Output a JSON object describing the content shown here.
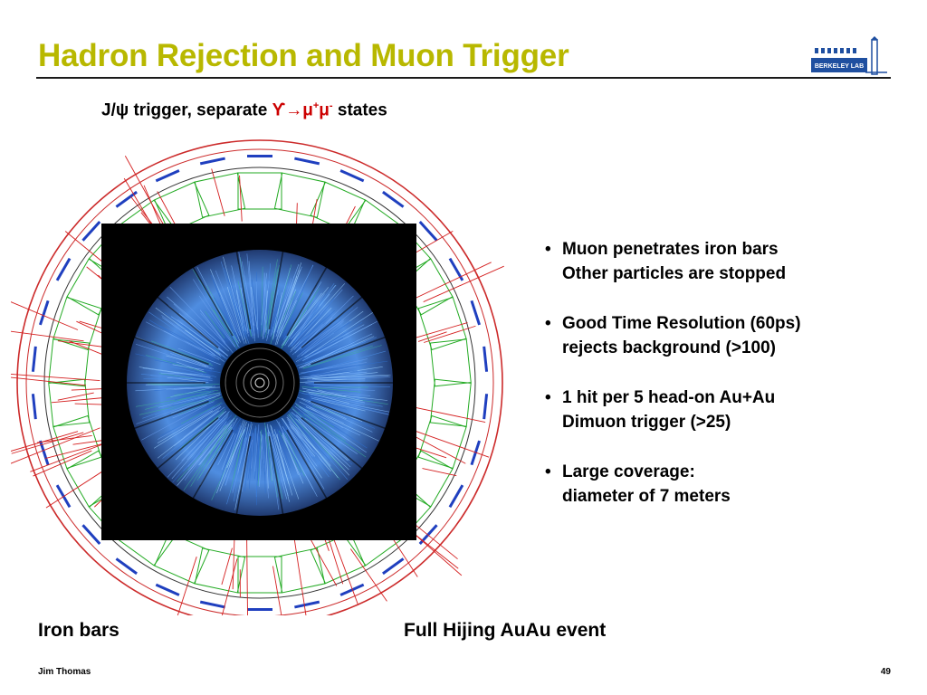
{
  "slide": {
    "title": "Hadron Rejection and Muon Trigger",
    "subtitle": {
      "prefix": "J/",
      "psi": "ψ",
      "mid": " trigger,  separate ",
      "upsilon_reaction": "ϒ→μ",
      "mu_plus": "+",
      "mu": "μ",
      "mu_minus": "-",
      "suffix": "  states"
    },
    "logo_text": "BERKELEY LAB",
    "bullets": [
      {
        "lines": [
          "Muon penetrates iron bars",
          "Other particles are stopped"
        ]
      },
      {
        "lines": [
          "Good Time Resolution (60ps)",
          "rejects background (>100)"
        ]
      },
      {
        "lines": [
          "1 hit per 5 head-on Au+Au",
          "Dimuon trigger (>25)"
        ]
      },
      {
        "lines": [
          "Large coverage:",
          "diameter of 7 meters"
        ]
      }
    ],
    "captions": {
      "left": "Iron bars",
      "right": "Full Hijing AuAu event"
    },
    "footer": {
      "author": "Jim Thomas",
      "page": "49"
    }
  },
  "colors": {
    "title": "#b8b800",
    "symbol": "#cc0000",
    "rule": "#1a1a1a"
  }
}
